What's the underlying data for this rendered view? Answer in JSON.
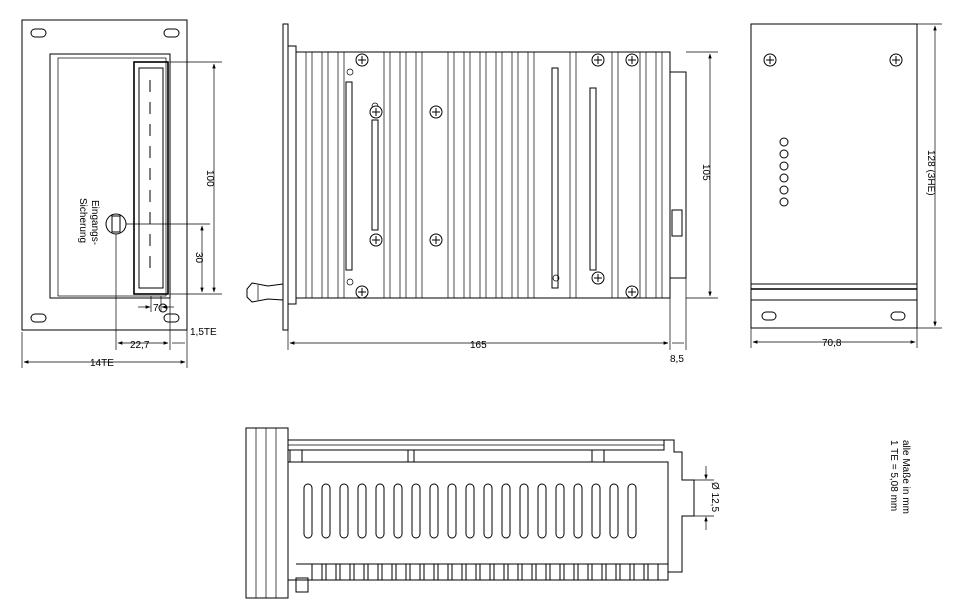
{
  "front": {
    "fuse_label_1": "Eingangs-",
    "fuse_label_2": "Sicherung",
    "dim_100": "100",
    "dim_30": "30",
    "dim_7": "7",
    "dim_22_7": "22,7",
    "dim_1_5te": "1,5TE",
    "dim_14te": "14TE"
  },
  "side": {
    "dim_165": "165",
    "dim_8_5": "8,5",
    "dim_105": "105"
  },
  "rear": {
    "dim_128": "128 (3HE)",
    "dim_70_8": "70,8"
  },
  "bottom": {
    "dim_dia": "Ø 12,5"
  },
  "notes": {
    "line1": "alle Maße in mm",
    "line2": "1 TE = 5,08 mm"
  }
}
